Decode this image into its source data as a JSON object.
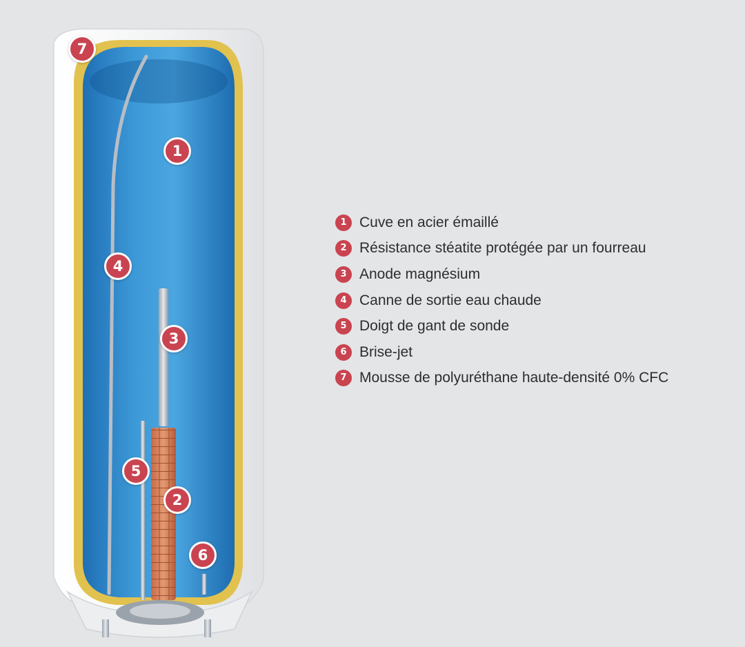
{
  "colors": {
    "callout_fill": "#c94450",
    "callout_border": "#ffffff",
    "tank_blue": "#2e86cc",
    "insulation_yellow": "#e2c24e",
    "casing_white": "#f4f5f6",
    "background": "#e4e5e7",
    "text": "#2d2d2d"
  },
  "callouts": [
    {
      "number": "1"
    },
    {
      "number": "2"
    },
    {
      "number": "3"
    },
    {
      "number": "4"
    },
    {
      "number": "5"
    },
    {
      "number": "6"
    },
    {
      "number": "7"
    }
  ],
  "legend": [
    {
      "number": "1",
      "label": "Cuve en acier émaillé"
    },
    {
      "number": "2",
      "label": "Résistance stéatite protégée par un fourreau"
    },
    {
      "number": "3",
      "label": "Anode magnésium"
    },
    {
      "number": "4",
      "label": "Canne de sortie eau chaude"
    },
    {
      "number": "5",
      "label": "Doigt de gant de sonde"
    },
    {
      "number": "6",
      "label": "Brise-jet"
    },
    {
      "number": "7",
      "label": "Mousse de polyuréthane haute-densité 0% CFC"
    }
  ]
}
